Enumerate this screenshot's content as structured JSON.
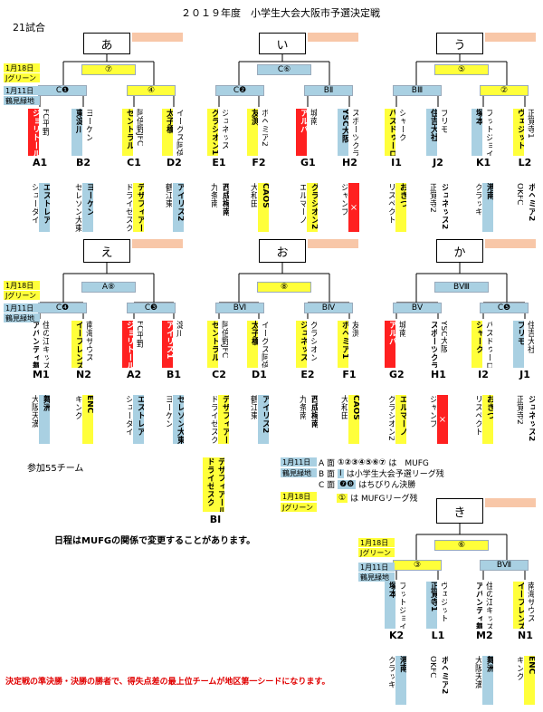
{
  "title": "２０１９年度　小学生大会大阪市予選決定戦",
  "match_count": "21試合",
  "participants": "参加55チーム",
  "schedule_note": "日程はMUFGの関係で変更することがあります。",
  "final_note": "決定戦の準決勝・決勝の勝者で、得失点差の最上位チームが地区第一シードになります。",
  "side_date_a": "1月18日",
  "side_venue_a": "Jグリーン",
  "side_date_b": "1月11日",
  "side_venue_b": "鶴見緑地",
  "groups": {
    "a": {
      "name": "あ",
      "m1": "⑦",
      "l": "C❶",
      "r": "④"
    },
    "i": {
      "name": "い",
      "m1": "C⑥",
      "l": "C❷",
      "r": "BⅡ"
    },
    "u": {
      "name": "う",
      "m1": "⑤",
      "l": "BⅢ",
      "r": "②"
    },
    "e": {
      "name": "え",
      "m1": "A⑧",
      "l": "C❹",
      "r": "C❸"
    },
    "o": {
      "name": "お",
      "m1": "⑧",
      "l": "BⅥ",
      "r": "BⅣ"
    },
    "ka": {
      "name": "か",
      "m1": "BⅧ",
      "l": "BⅤ",
      "r": "C❺"
    },
    "ki": {
      "name": "き",
      "m1": "⑥",
      "l": "③",
      "r": "BⅦ"
    }
  },
  "row1": [
    {
      "code": "A1",
      "top": "FC平野",
      "topw": "ジョリトール",
      "bot": "シューダイ",
      "botw": "エストレア"
    },
    {
      "code": "B2",
      "top": "ヨーケン",
      "topw": "東淀川",
      "bot": "セレソン大東",
      "botw": "ヨーケン"
    },
    {
      "code": "C1",
      "top": "阿倍野JFC",
      "topw": "セントラル",
      "bot": "ドライゼスク",
      "botw": "デザフィアール"
    },
    {
      "code": "D2",
      "top": "イーグス阿倍野",
      "topw": "太子橋",
      "bot": "鶴江東",
      "botw": "アイリス2"
    },
    {
      "code": "E1",
      "top": "ジュネッス",
      "topw": "グラシオン1",
      "bot": "九条南",
      "botw": "西成梅南"
    },
    {
      "code": "F2",
      "top": "ボヘミア2",
      "topw": "友渕",
      "bot": "大和田",
      "botw": "CAOS"
    },
    {
      "code": "G1",
      "top": "城南",
      "topw": "アルバ",
      "bot": "エルマーノ",
      "botw": "グラシオン2"
    },
    {
      "code": "H2",
      "top": "スポーツクラブ",
      "topw": "YSC大阪",
      "bot": "ジャンプ",
      "botw": ""
    },
    {
      "code": "I1",
      "top": "シャーク",
      "topw": "パスドゥーロ",
      "bot": "リスペクト",
      "botw": "おきつ"
    },
    {
      "code": "J2",
      "top": "プリモ",
      "topw": "住吉大社",
      "bot": "正覚寺2",
      "botw": "ジュネッス2"
    },
    {
      "code": "K1",
      "top": "フットジョイ",
      "topw": "塚本",
      "bot": "クラッキ",
      "botw": "港南"
    },
    {
      "code": "L2",
      "top": "正覚寺1",
      "topw": "ヴェジット",
      "bot": "OKFC",
      "botw": "ボヘミア2"
    }
  ],
  "row2": [
    {
      "code": "M1",
      "top": "住の江キッズ",
      "topw": "アバンティ舞洲",
      "bot": "大阪天満",
      "botw": "舞洲"
    },
    {
      "code": "N2",
      "top": "南海サウス",
      "topw": "イーフレンズ",
      "bot": "キング",
      "botw": "ENC"
    },
    {
      "code": "A2",
      "top": "FC平野",
      "topw": "ジョリトール",
      "bot": "シューダイ",
      "botw": "エストレア"
    },
    {
      "code": "B1",
      "top": "淀川",
      "topw": "アイリス1",
      "bot": "ヨーケン",
      "botw": "セレソン大東"
    },
    {
      "code": "C2",
      "top": "阿倍野JFC",
      "topw": "セントラル",
      "bot": "ドライゼスク",
      "botw": "デザフィアール"
    },
    {
      "code": "D1",
      "top": "イーグス阿倍野",
      "topw": "太子橋",
      "bot": "鶴江東",
      "botw": "アイリス2"
    },
    {
      "code": "E2",
      "top": "グラシオン",
      "topw": "ジュネッス",
      "bot": "九条南",
      "botw": "西成梅南"
    },
    {
      "code": "F1",
      "top": "友渕",
      "topw": "ボヘミア1",
      "bot": "大和田",
      "botw": "CAOS"
    },
    {
      "code": "G2",
      "top": "城南",
      "topw": "アルバ",
      "bot": "グラシオン2",
      "botw": "エルマーノ"
    },
    {
      "code": "H1",
      "top": "YSC大阪",
      "topw": "スポーツクラブ",
      "bot": "ジャンプ",
      "botw": ""
    },
    {
      "code": "I2",
      "top": "パスドゥーロ",
      "topw": "シャーク",
      "bot": "リスペクト",
      "botw": "おきつ"
    },
    {
      "code": "J1",
      "top": "住吉大社",
      "topw": "プリモ",
      "bot": "正覚寺2",
      "botw": "ジュネッス2"
    }
  ],
  "row3": [
    {
      "code": "K2",
      "top": "フットジョイ",
      "topw": "塚本",
      "bot": "クラッキ",
      "botw": "港南"
    },
    {
      "code": "L1",
      "top": "ヴェジット",
      "topw": "正覚寺1",
      "bot": "OKFC",
      "botw": "ボヘミア2"
    },
    {
      "code": "M2",
      "top": "住の江キッズ",
      "topw": "アバンティ舞洲",
      "bot": "大阪天満",
      "botw": "舞洲"
    },
    {
      "code": "N1",
      "top": "南海サウス",
      "topw": "イーフレンズ",
      "bot": "キング",
      "botw": "ENC"
    }
  ],
  "bye_team_top": "デザフィアール",
  "bye_team_bot": "ドライゼスク",
  "bye_code": "BⅠ",
  "legend": {
    "date": "1月11日",
    "venue": "鶴見緑地",
    "a": "A 面",
    "a_marks": "①②③④⑤⑥⑦",
    "a_txt": "は　MUFG",
    "b": "B 面",
    "b_marks": "Ⅰ",
    "b_txt": "は小学生大会予選リーグ残",
    "c": "C 面",
    "c_marks": "❼❽",
    "c_txt": "はちびりん決勝",
    "date2": "1月18日",
    "venue2": "Jグリーン",
    "d_marks": "①",
    "d_txt": "は MUFGリーグ残"
  },
  "mark_x": "×"
}
